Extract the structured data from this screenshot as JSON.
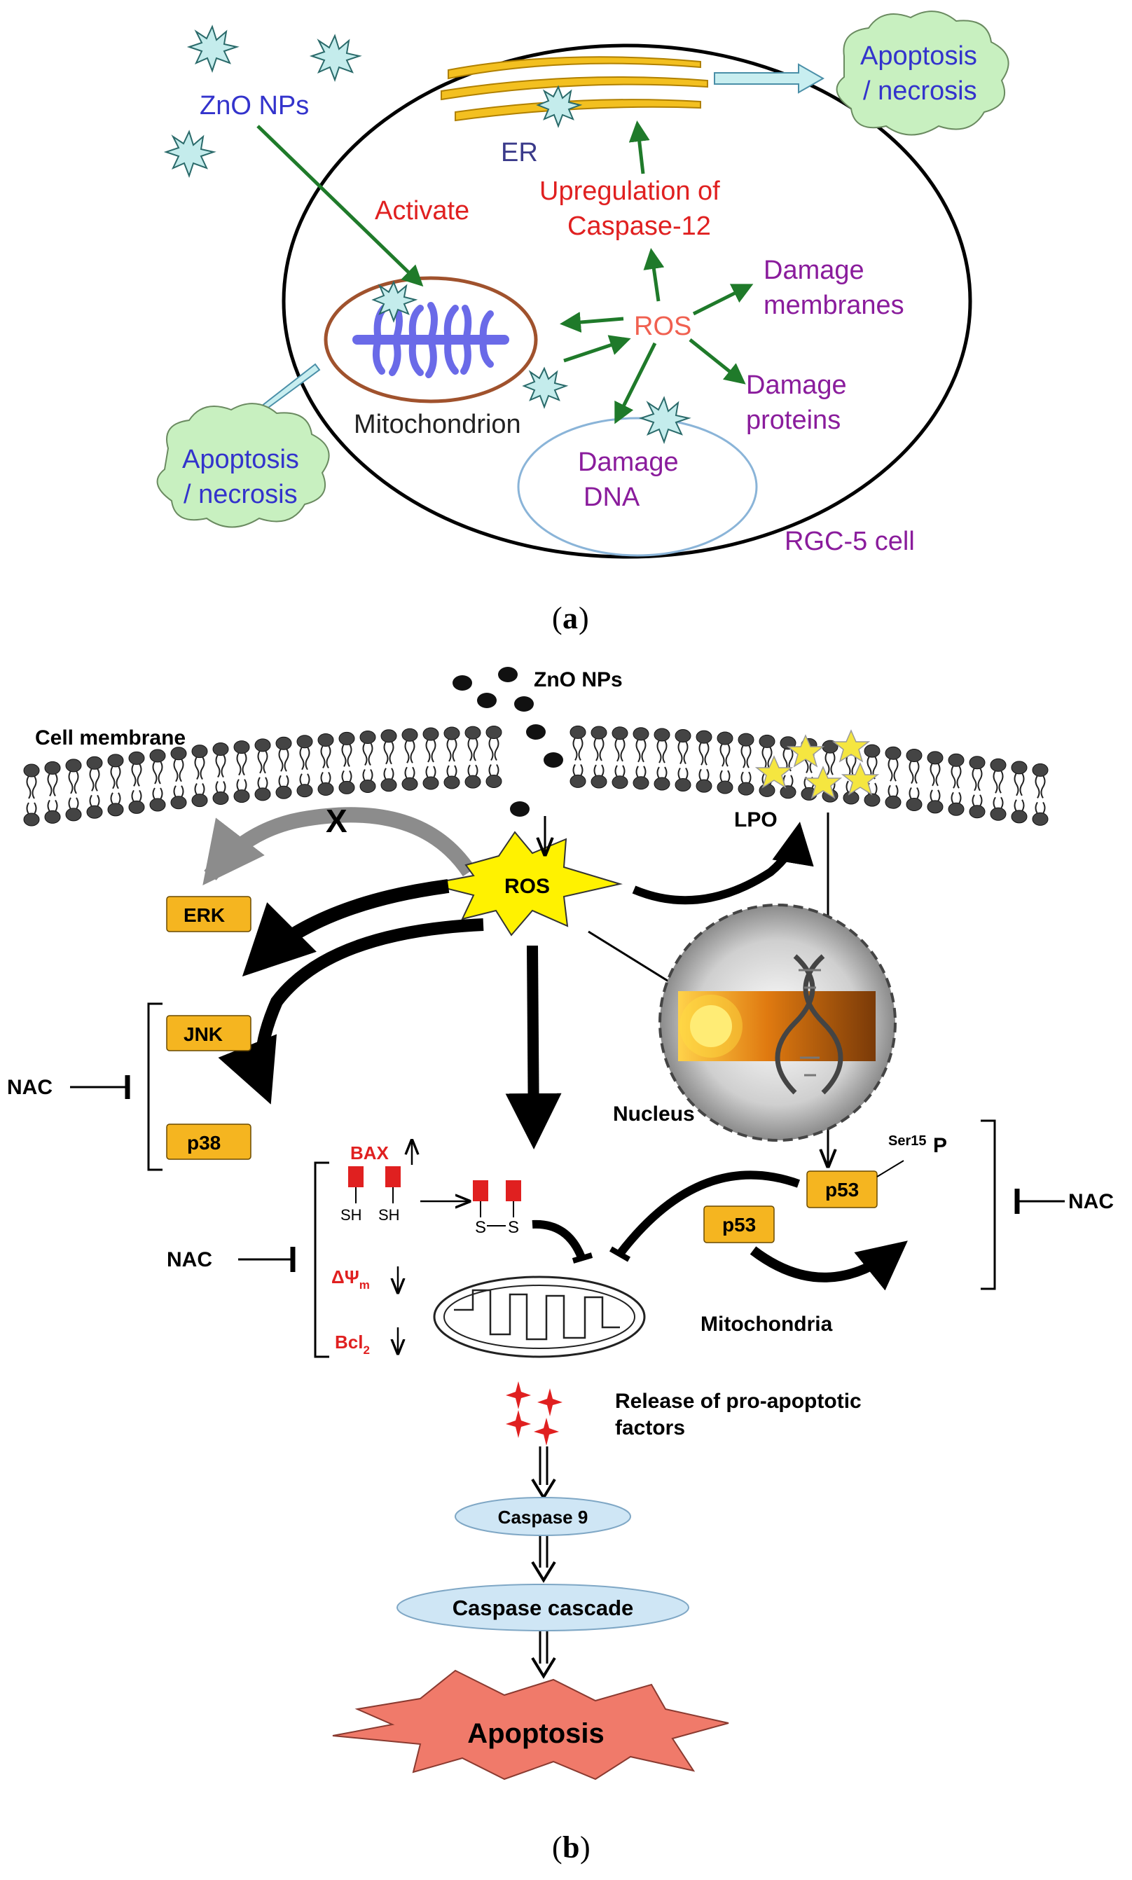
{
  "panel_a": {
    "caption_letter": "a",
    "nanoparticles": "ZnO NPs",
    "er": "ER",
    "upregulation_line1": "Upregulation of",
    "upregulation_line2": "Caspase-12",
    "activate": "Activate",
    "ros": "ROS",
    "damage_membranes_line1": "Damage",
    "damage_membranes_line2": "membranes",
    "damage_proteins_line1": "Damage",
    "damage_proteins_line2": "proteins",
    "damage_dna_line1": "Damage",
    "damage_dna_line2": "DNA",
    "mitochondrion": "Mitochondrion",
    "apoptosis_right_line1": "Apoptosis",
    "apoptosis_right_line2": "/ necrosis",
    "apoptosis_left_line1": "Apoptosis",
    "apoptosis_left_line2": "/ necrosis",
    "cell_name": "RGC-5 cell",
    "colors": {
      "blue_text": "#3333cc",
      "red_text": "#e02020",
      "purple_text": "#8a1c9c",
      "arrow_green": "#1f7a2a",
      "cloud_fill": "#c8f0c0",
      "particle_fill": "#c4ecec"
    }
  },
  "panel_b": {
    "caption_letter": "b",
    "nanoparticles": "ZnO NPs",
    "cell_membrane": "Cell membrane",
    "lpo": "LPO",
    "inhibition_mark": "X",
    "ros": "ROS",
    "erk": "ERK",
    "jnk": "JNK",
    "p38": "p38",
    "nac_left_upper": "NAC",
    "nac_left_lower": "NAC",
    "nac_right": "NAC",
    "nucleus": "Nucleus",
    "bax": "BAX",
    "sh1": "SH",
    "sh2": "SH",
    "s1": "S",
    "s2": "S",
    "delta_psi": "ΔΨ",
    "delta_psi_sub": "m",
    "bcl": "Bcl",
    "bcl_sub": "2",
    "p53_upper": "p53",
    "p53_lower": "p53",
    "ser15": "Ser15",
    "phospho": "P",
    "mitochondria": "Mitochondria",
    "release_line1": "Release of pro-apoptotic",
    "release_line2": "factors",
    "caspase9": "Caspase 9",
    "caspase_cascade": "Caspase cascade",
    "apoptosis": "Apoptosis",
    "colors": {
      "box_fill": "#f5b520",
      "ellipse_fill": "#cfe6f5",
      "burst_fill": "#f07a6a",
      "ros_fill": "#fff200",
      "star_fill": "#f5e640",
      "red_text": "#e02020",
      "gray_arrow": "#8c8c8c"
    }
  }
}
